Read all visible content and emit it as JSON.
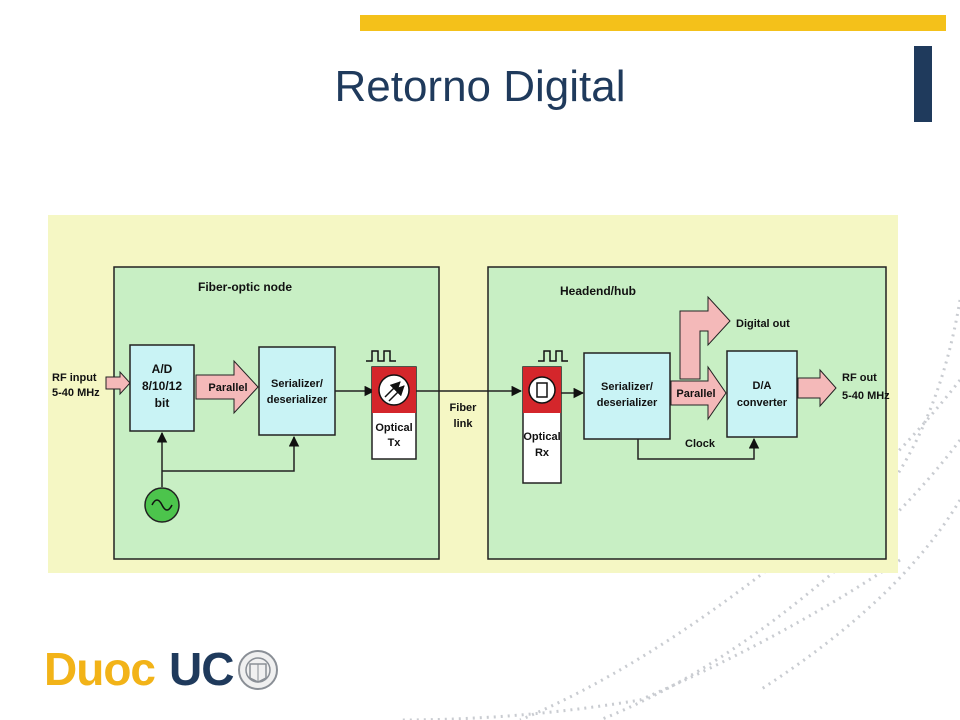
{
  "slide": {
    "title": "Retorno Digital"
  },
  "colors": {
    "accent_yellow": "#f4c11a",
    "accent_navy": "#1f3a5c",
    "diagram_background": "#f5f7c4",
    "block_green": "#c8efc4",
    "block_cyan": "#c9f3f5",
    "optical_red": "#d4262b",
    "arrow_pink": "#f4b9b9"
  },
  "diagram": {
    "node_title": "Fiber-optic node",
    "headend_title": "Headend/hub",
    "rf_input_line1": "RF input",
    "rf_input_line2": "5-40 MHz",
    "ad_line1": "A/D",
    "ad_line2": "8/10/12",
    "ad_line3": "bit",
    "parallel_left": "Parallel",
    "serdes_left_line1": "Serializer/",
    "serdes_left_line2": "deserializer",
    "optical_tx_line1": "Optical",
    "optical_tx_line2": "Tx",
    "fiber_link_line1": "Fiber",
    "fiber_link_line2": "link",
    "optical_rx_line1": "Optical",
    "optical_rx_line2": "Rx",
    "serdes_right_line1": "Serializer/",
    "serdes_right_line2": "deserializer",
    "parallel_right": "Parallel",
    "digital_out": "Digital out",
    "clock": "Clock",
    "da_line1": "D/A",
    "da_line2": "converter",
    "rf_out_line1": "RF out",
    "rf_out_line2": "5-40 MHz"
  },
  "logo": {
    "duoc": "Duoc",
    "uc": "UC"
  }
}
